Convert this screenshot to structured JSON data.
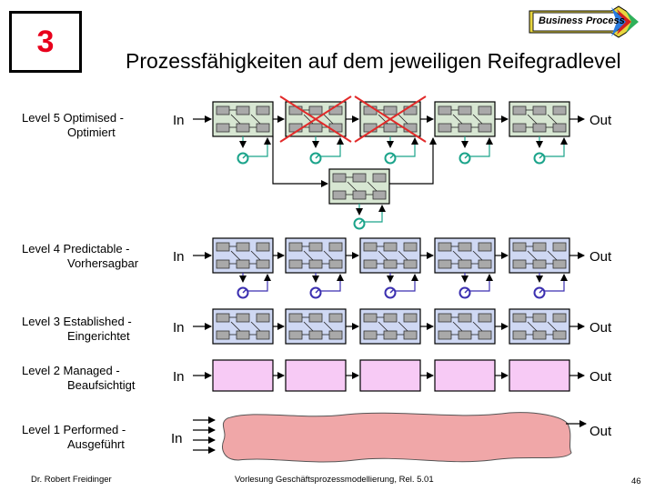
{
  "header": {
    "chapter_number": "3",
    "title": "Prozessfähigkeiten auf dem jeweiligen Reifegradlevel",
    "badge_text": "Business Process"
  },
  "levels": [
    {
      "label": "Level 5 Optimised -",
      "sub": "Optimiert",
      "in": "In",
      "out": "Out"
    },
    {
      "label": "Level 4 Predictable -",
      "sub": "Vorhersagbar",
      "in": "In",
      "out": "Out"
    },
    {
      "label": "Level 3 Established -",
      "sub": "Eingerichtet",
      "in": "In",
      "out": "Out"
    },
    {
      "label": "Level 2 Managed -",
      "sub": "Beaufsichtigt",
      "in": "In",
      "out": "Out"
    },
    {
      "label": "Level 1 Performed -",
      "sub": "Ausgeführt",
      "in": "In",
      "out": "Out"
    }
  ],
  "footer": {
    "author": "Dr. Robert Freidinger",
    "course": "Vorlesung Geschäftsprozessmodellierung, Rel. 5.01",
    "page": "46"
  },
  "colors": {
    "chapter_red": "#e8001c",
    "level5_box": "#d7e6d2",
    "level5_gauge": "#1aa38a",
    "level4_box": "#cfd8f3",
    "level4_gauge": "#3b2fb0",
    "level3_box": "#cfd8f3",
    "level2_box": "#f7caf5",
    "level1_blob": "#f0a7a8",
    "cross": "#e22a2a",
    "arrow": "#000000"
  }
}
